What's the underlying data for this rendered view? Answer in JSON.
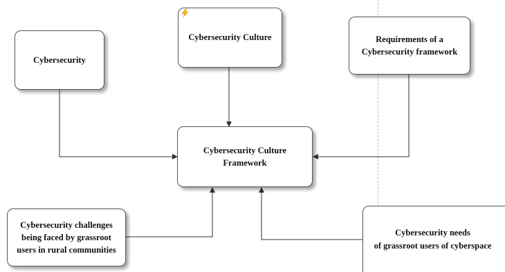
{
  "diagram": {
    "nodes": {
      "cybersecurity": "Cybersecurity",
      "culture": "Cybersecurity Culture",
      "requirements": "Requirements of a\nCybersecurity framework",
      "framework": "Cybersecurity Culture\nFramework",
      "challenges": "Cybersecurity challenges\nbeing faced by grassroot\nusers in rural  communities",
      "needs": "Cybersecurity needs\nof grassroot users of cyberspace"
    },
    "edges": [
      {
        "from": "cybersecurity",
        "to": "framework"
      },
      {
        "from": "culture",
        "to": "framework"
      },
      {
        "from": "requirements",
        "to": "framework"
      },
      {
        "from": "challenges",
        "to": "framework"
      },
      {
        "from": "needs",
        "to": "framework"
      }
    ],
    "colors": {
      "line": "#333333",
      "border": "#555555",
      "bolt": "#f2b90f"
    },
    "icons": {
      "culture_badge": "lightning-icon"
    }
  }
}
